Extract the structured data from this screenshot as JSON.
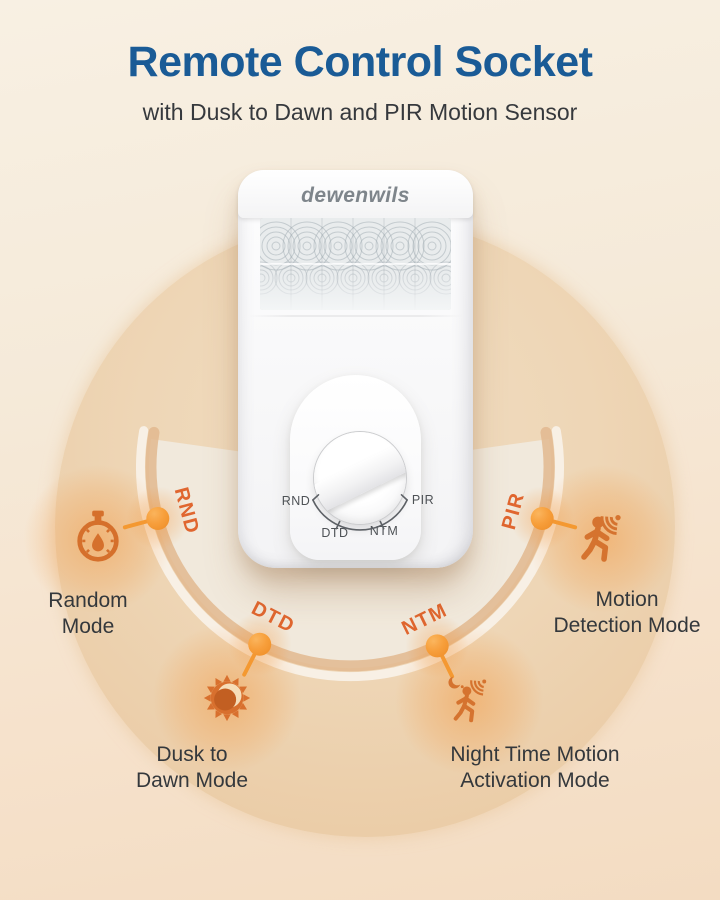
{
  "header": {
    "title": "Remote Control Socket",
    "subtitle": "with Dusk to Dawn and PIR Motion Sensor"
  },
  "device": {
    "brand": "dewenwils",
    "dial_labels": [
      "RND",
      "DTD",
      "NTM",
      "PIR"
    ]
  },
  "modes": [
    {
      "abbr": "RND",
      "name": "Random Mode",
      "line1": "Random",
      "line2": "Mode",
      "icon": "stopwatch-icon"
    },
    {
      "abbr": "DTD",
      "name": "Dusk to Dawn Mode",
      "line1": "Dusk to",
      "line2": "Dawn Mode",
      "icon": "sun-moon-icon"
    },
    {
      "abbr": "NTM",
      "name": "Night Time Motion Activation Mode",
      "line1": "Night Time Motion",
      "line2": "Activation Mode",
      "icon": "night-motion-walker-icon"
    },
    {
      "abbr": "PIR",
      "name": "Motion Detection Mode",
      "line1": "Motion",
      "line2": "Detection Mode",
      "icon": "motion-walker-icon"
    }
  ],
  "colors": {
    "title_blue": "#1a5b96",
    "accent_orange": "#e0662f",
    "icon_orange": "#d5702c",
    "pin_orange": "#f7a139",
    "text_dark": "#34383c",
    "circle_tan": "#ecd2b0",
    "band_cream": "#f1e9dc"
  }
}
